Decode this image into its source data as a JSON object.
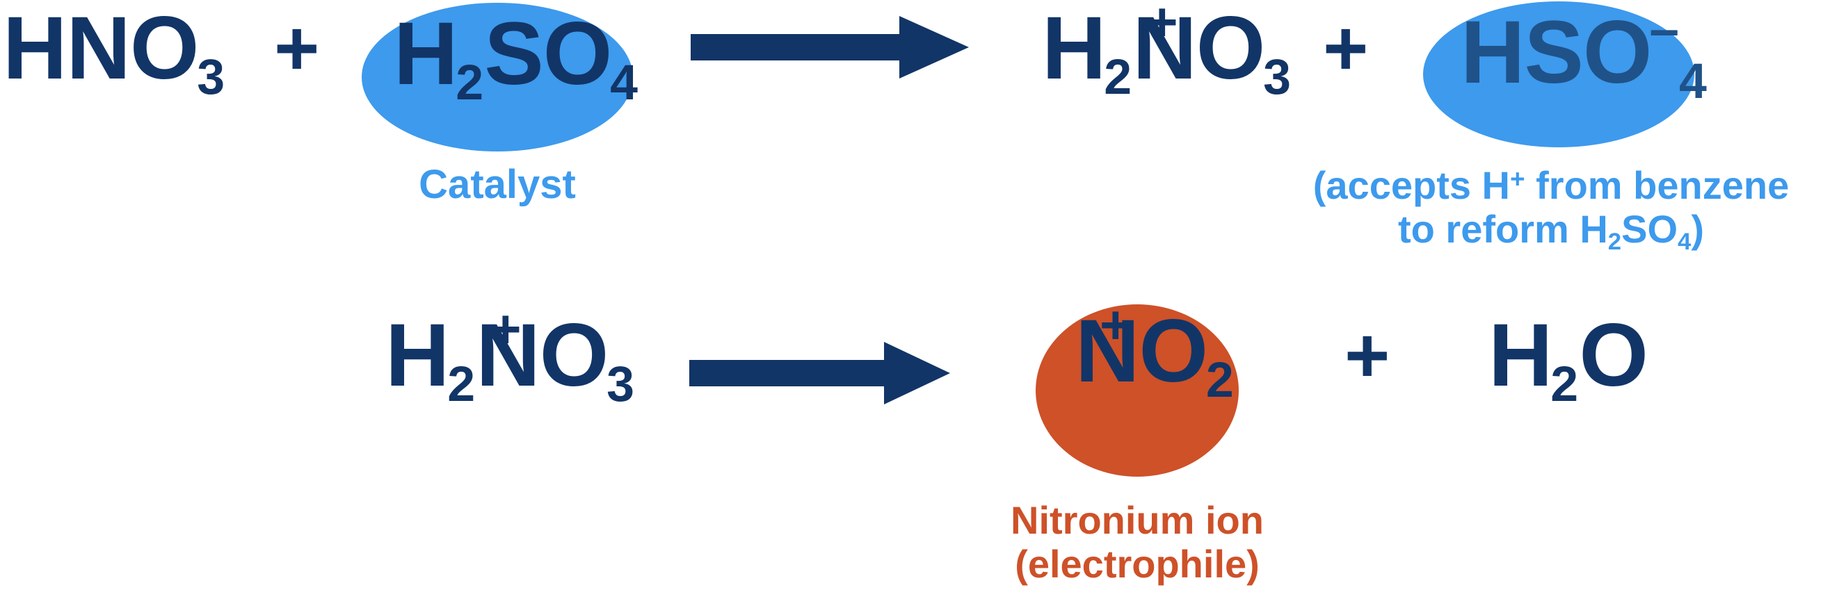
{
  "diagram": {
    "title": "Nitration of benzene - nitronium ion generation mechanism",
    "colors": {
      "navy": "#123567",
      "light_blue": "#3D9AED",
      "muted_navy": "#1F5289",
      "orange": "#CE5128",
      "background": "#ffffff"
    },
    "row1": {
      "reactant1": {
        "base": "HNO",
        "sub": "3"
      },
      "plus1": "+",
      "catalyst": {
        "base_a": "H",
        "sub_a": "2",
        "base_b": "SO",
        "sub_b": "4",
        "label": "Catalyst"
      },
      "arrow": "reaction-arrow-right",
      "product1": {
        "base_a": "H",
        "sub_a": "2",
        "base_b": "NO",
        "sub_b": "3",
        "charge": "+"
      },
      "plus2": "+",
      "product2": {
        "base": "HSO",
        "charge": "–",
        "sub": "4",
        "note_line1_pre": "(accepts H",
        "note_line1_sup": "+",
        "note_line1_post": " from benzene",
        "note_line2_pre": "to reform H",
        "note_line2_sub1": "2",
        "note_line2_mid": "SO",
        "note_line2_sub2": "4",
        "note_line2_post": ")"
      }
    },
    "row2": {
      "reactant": {
        "base_a": "H",
        "sub_a": "2",
        "base_b": "NO",
        "sub_b": "3",
        "charge": "+"
      },
      "arrow": "reaction-arrow-right",
      "product1": {
        "base": "NO",
        "sub": "2",
        "charge": "+",
        "note_line1": "Nitronium ion",
        "note_line2": "(electrophile)"
      },
      "plus": "+",
      "product2": {
        "base_a": "H",
        "sub_a": "2",
        "base_b": "O"
      }
    }
  }
}
